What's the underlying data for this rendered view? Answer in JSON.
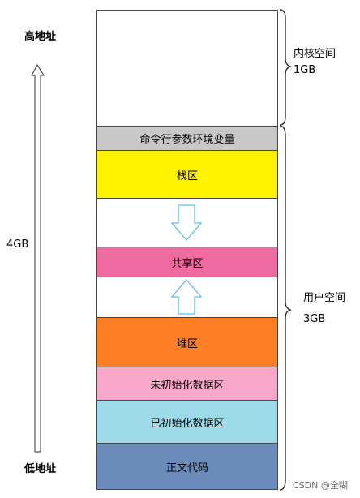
{
  "left_labels": {
    "high_address": "高地址",
    "size": "4GB",
    "low_address": "低地址"
  },
  "kernel": {
    "name": "内核空间",
    "size": "1GB"
  },
  "user": {
    "name": "用户空间",
    "size": "3GB"
  },
  "segments": [
    {
      "label": "命令行参数环境变量",
      "color": "#c8c8c8"
    },
    {
      "label": "栈区",
      "color": "#fff200"
    },
    {
      "label": "",
      "color": "#ffffff"
    },
    {
      "label": "共享区",
      "color": "#ef6aa0"
    },
    {
      "label": "",
      "color": "#ffffff"
    },
    {
      "label": "堆区",
      "color": "#ff7f27"
    },
    {
      "label": "未初始化数据区",
      "color": "#f8a8c8"
    },
    {
      "label": "已初始化数据区",
      "color": "#9ddbe8"
    },
    {
      "label": "正文代码",
      "color": "#6b8cba"
    }
  ],
  "arrow_color": "#5bc0e8",
  "watermark": "CSDN @全糊"
}
